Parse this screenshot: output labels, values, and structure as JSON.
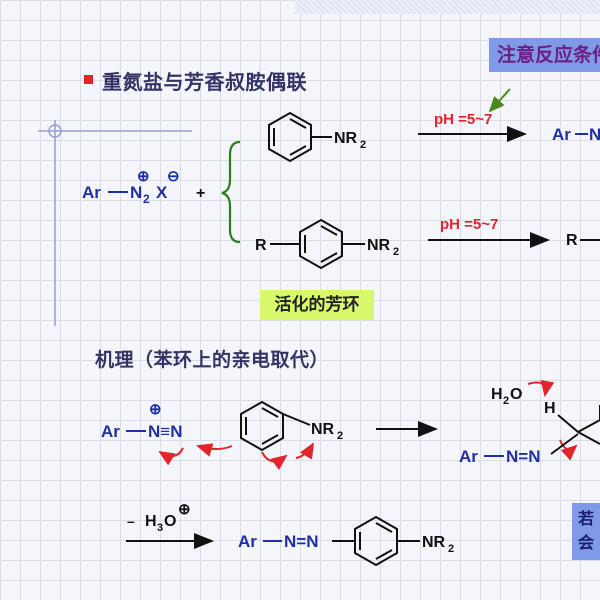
{
  "slide": {
    "title": "重氮盐与芳香叔胺偶联",
    "callout": "注意反应条件",
    "activated_ring_label": "活化的芳环",
    "mechanism_title": "机理（苯环上的亲电取代）",
    "note_line1": "若",
    "note_line2": "会"
  },
  "scheme": {
    "ar": "Ar",
    "n2_main": "N",
    "n2_sub": "2",
    "x_anion": "X",
    "plus_charge": "⊕",
    "minus_charge": "⊖",
    "plus_sign": "+",
    "nr2_main": "NR",
    "nr2_sub": "2",
    "r_group": "R",
    "ph_label_1": "pH =5~7",
    "ph_label_2": "pH =5~7",
    "product_top_ar": "Ar",
    "product_top_n": "N",
    "product_bottom_r": "R"
  },
  "mechanism": {
    "ar": "Ar",
    "diazo": "N≡N",
    "diazo_n1": "N",
    "plus_charge": "⊕",
    "nr2_main": "NR",
    "nr2_sub": "2",
    "water_main": "H",
    "water_sub": "2",
    "water_o": "O",
    "h_atom": "H",
    "azo": "N=N",
    "step_label_minus": "–",
    "step_label_main": "H",
    "step_label_sub": "3",
    "step_label_o": "O",
    "final_ar": "Ar",
    "final_azo": "N=N",
    "final_nr2_main": "NR",
    "final_nr2_sub": "2"
  },
  "colors": {
    "accent_blue": "#1f2fa6",
    "red": "#e3242b",
    "green_bracket": "#2e7d1f",
    "callout_bg": "#7f9be8",
    "highlight_bg": "#d8f86c"
  }
}
